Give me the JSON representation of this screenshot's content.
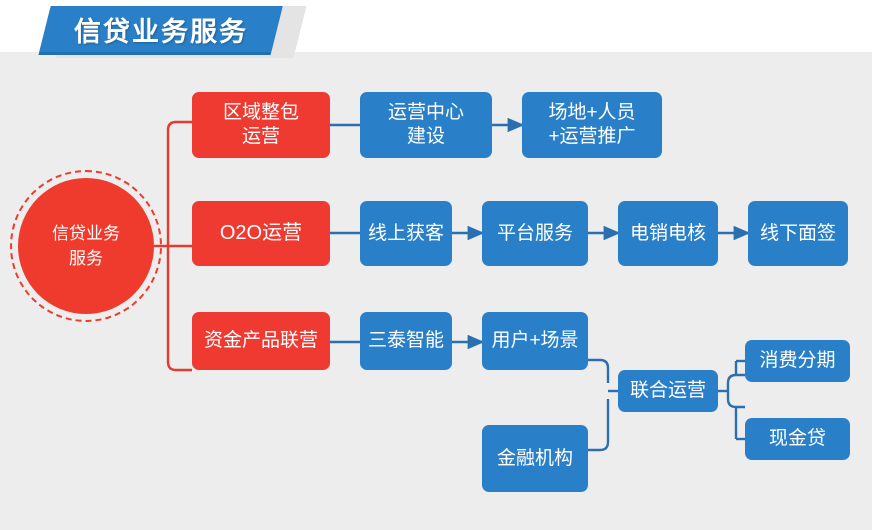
{
  "banner": {
    "title": "信贷业务服务",
    "accent_color": "#2a80c8"
  },
  "colors": {
    "red": "#ee3a31",
    "blue": "#2a80c8",
    "background": "#ededed",
    "connector_red": "#e8392f",
    "connector_blue": "#2a6fb0"
  },
  "hub": {
    "label": "信贷业务\n服务"
  },
  "nodes": {
    "row1": [
      {
        "label": "区域整包\n运营",
        "color": "red"
      },
      {
        "label": "运营中心\n建设",
        "color": "blue"
      },
      {
        "label": "场地+人员\n+运营推广",
        "color": "blue"
      }
    ],
    "row2": [
      {
        "label": "O2O运营",
        "color": "red"
      },
      {
        "label": "线上获客",
        "color": "blue"
      },
      {
        "label": "平台服务",
        "color": "blue"
      },
      {
        "label": "电销电核",
        "color": "blue"
      },
      {
        "label": "线下面签",
        "color": "blue"
      }
    ],
    "row3": [
      {
        "label": "资金产品联营",
        "color": "red"
      },
      {
        "label": "三泰智能",
        "color": "blue"
      },
      {
        "label": "用户+场景",
        "color": "blue"
      }
    ],
    "branch": [
      {
        "label": "金融机构",
        "color": "blue"
      },
      {
        "label": "联合运营",
        "color": "blue"
      },
      {
        "label": "消费分期",
        "color": "blue"
      },
      {
        "label": "现金贷",
        "color": "blue"
      }
    ]
  }
}
